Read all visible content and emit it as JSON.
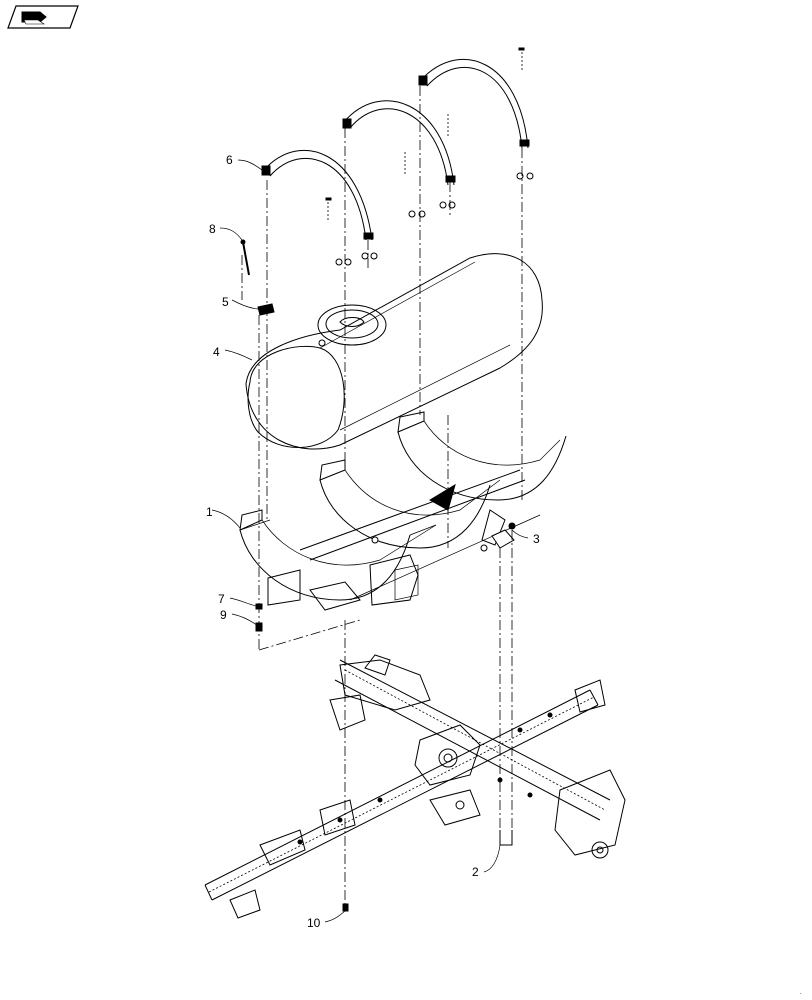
{
  "toolbar": {
    "icon": "book-arrow-icon"
  },
  "parts": [
    {
      "id": "1",
      "label": "1"
    },
    {
      "id": "2",
      "label": "2"
    },
    {
      "id": "3",
      "label": "3"
    },
    {
      "id": "4",
      "label": "4"
    },
    {
      "id": "5",
      "label": "5"
    },
    {
      "id": "6",
      "label": "6"
    },
    {
      "id": "7",
      "label": "7"
    },
    {
      "id": "8",
      "label": "8"
    },
    {
      "id": "9",
      "label": "9"
    },
    {
      "id": "10",
      "label": "10"
    }
  ]
}
